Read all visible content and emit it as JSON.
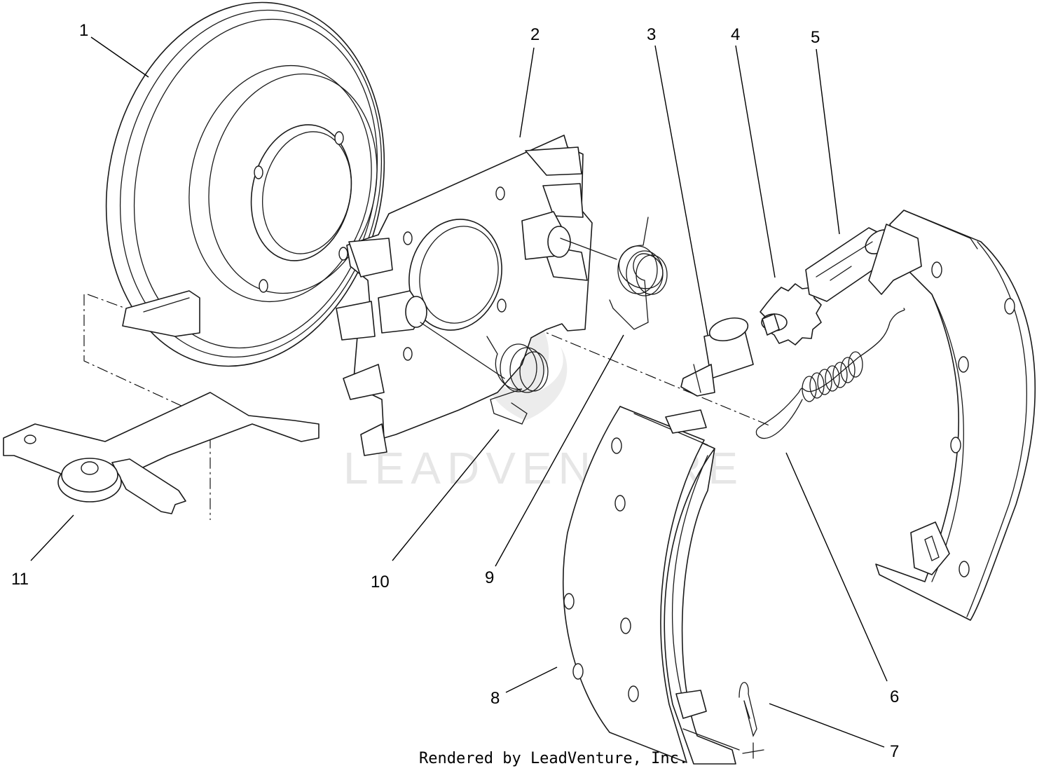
{
  "diagram": {
    "parts": [
      {
        "id": "part-1",
        "label": "1"
      },
      {
        "id": "part-2",
        "label": "2"
      },
      {
        "id": "part-3",
        "label": "3"
      },
      {
        "id": "part-4",
        "label": "4"
      },
      {
        "id": "part-5",
        "label": "5"
      },
      {
        "id": "part-6",
        "label": "6"
      },
      {
        "id": "part-7",
        "label": "7"
      },
      {
        "id": "part-8",
        "label": "8"
      },
      {
        "id": "part-9",
        "label": "9"
      },
      {
        "id": "part-10",
        "label": "10"
      },
      {
        "id": "part-11",
        "label": "11"
      }
    ],
    "watermark": "LEADVENTURE",
    "footer": "Rendered by LeadVenture, Inc."
  },
  "colors": {
    "line": "#1a1a1a",
    "watermark": "#e6e6e6",
    "background": "#ffffff"
  }
}
